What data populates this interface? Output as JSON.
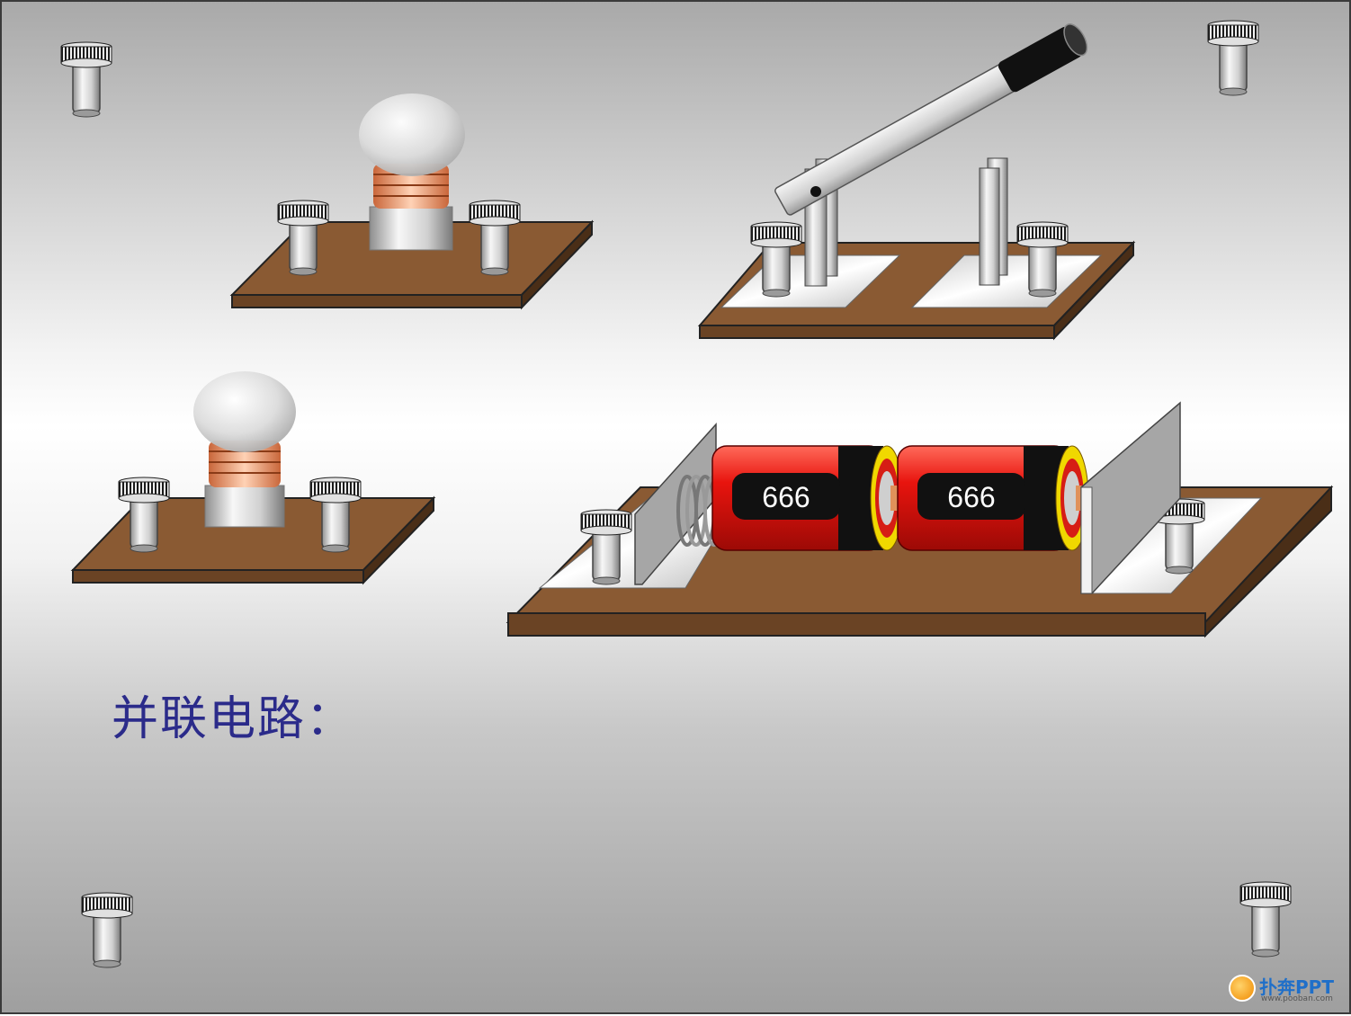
{
  "slide": {
    "title": "并联电路：",
    "battery_labels": [
      "666",
      "666"
    ],
    "logo": {
      "text": "扑奔PPT",
      "url": "www.pooban.com"
    }
  },
  "colors": {
    "board_top": "#8a5a33",
    "board_side": "#5b3a1e",
    "battery_red": "#e8140e",
    "battery_black": "#111111",
    "title_blue": "#2b2b8a",
    "metal_light": "#f2f2f2",
    "metal_dark": "#8e8e8e"
  },
  "components": {
    "bulbs": 2,
    "switches": 1,
    "battery_cells": 2,
    "loose_terminals": 4
  }
}
